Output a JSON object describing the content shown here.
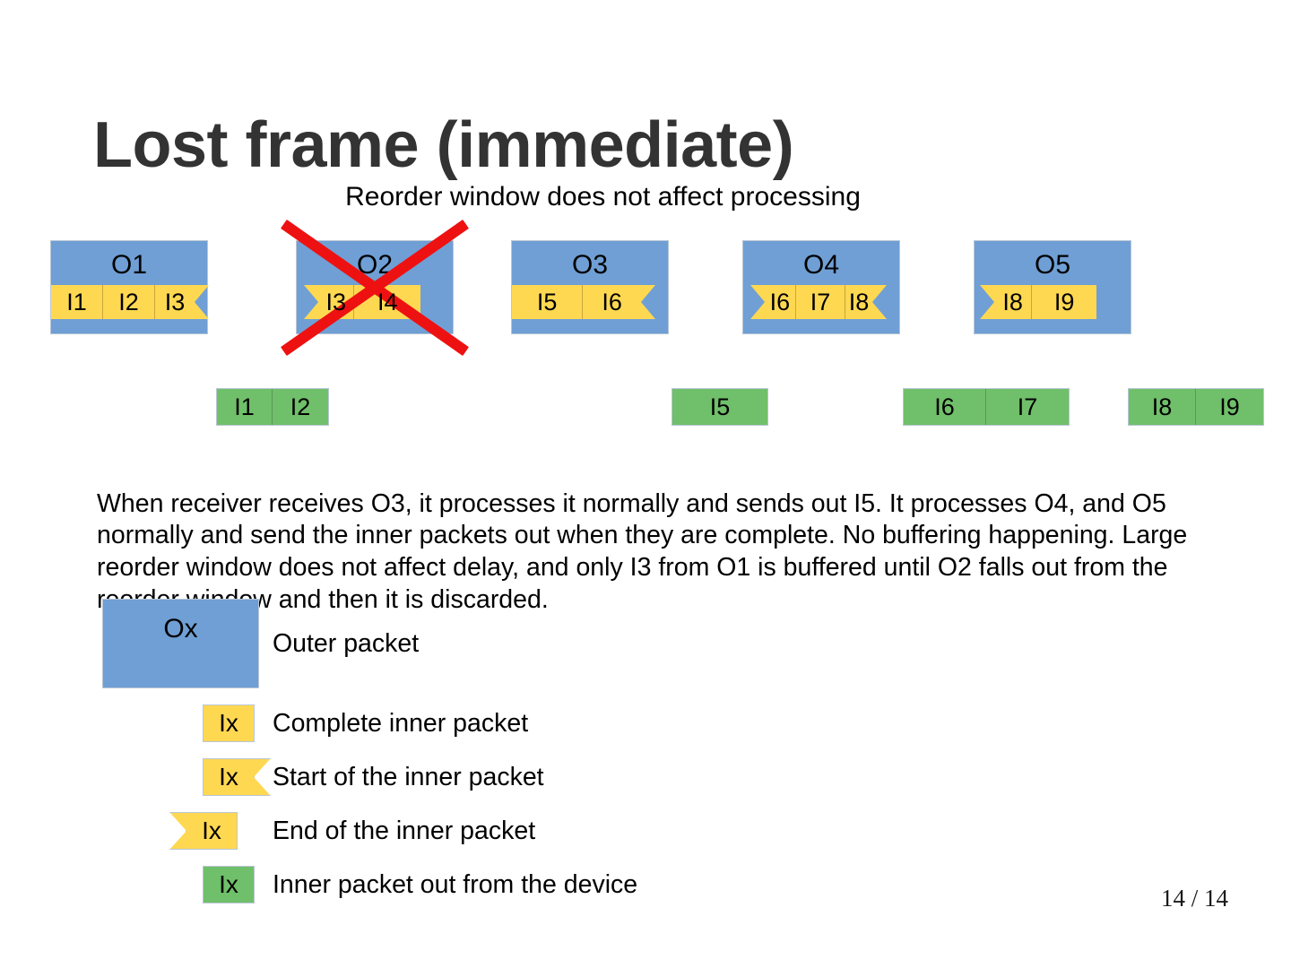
{
  "slide": {
    "title": "Lost frame (immediate)",
    "caption": "Reorder window does not affect processing",
    "page_number": "14 / 14",
    "body_text": "When receiver receives O3, it processes it normally and sends out I5. It processes O4, and O5 normally and send the inner packets out when they are complete. No buffering happening. Large reorder window does not affect delay, and only I3 from O1 is buffered until O2 falls out from the reorder window and then it is discarded."
  },
  "colors": {
    "outer_packet": "#6f9fd4",
    "inner_packet": "#ffd852",
    "output_packet": "#70bf6a",
    "lost_marker": "#ee1111",
    "title": "#333333",
    "background": "#ffffff"
  },
  "outer_packets": [
    {
      "label": "O1",
      "lost": false,
      "inner": [
        {
          "label": "I1",
          "kind": "complete"
        },
        {
          "label": "I2",
          "kind": "complete"
        },
        {
          "label": "I3",
          "kind": "start"
        }
      ]
    },
    {
      "label": "O2",
      "lost": true,
      "inner": [
        {
          "label": "I3",
          "kind": "end"
        },
        {
          "label": "I4",
          "kind": "complete"
        }
      ]
    },
    {
      "label": "O3",
      "lost": false,
      "inner": [
        {
          "label": "I5",
          "kind": "complete"
        },
        {
          "label": "I6",
          "kind": "start"
        }
      ]
    },
    {
      "label": "O4",
      "lost": false,
      "inner": [
        {
          "label": "I6",
          "kind": "end"
        },
        {
          "label": "I7",
          "kind": "complete"
        },
        {
          "label": "I8",
          "kind": "start"
        }
      ]
    },
    {
      "label": "O5",
      "lost": false,
      "inner": [
        {
          "label": "I8",
          "kind": "end"
        },
        {
          "label": "I9",
          "kind": "complete"
        }
      ]
    }
  ],
  "output_groups": [
    {
      "cells": [
        "I1",
        "I2"
      ]
    },
    {
      "cells": [
        "I5"
      ]
    },
    {
      "cells": [
        "I6",
        "I7"
      ]
    },
    {
      "cells": [
        "I8",
        "I9"
      ]
    }
  ],
  "legend": [
    {
      "swatch": "outer",
      "symbol": "Ox",
      "text": "Outer packet"
    },
    {
      "swatch": "inner-complete",
      "symbol": "Ix",
      "text": "Complete inner packet"
    },
    {
      "swatch": "inner-start",
      "symbol": "Ix",
      "text": "Start of the inner packet"
    },
    {
      "swatch": "inner-end",
      "symbol": "Ix",
      "text": "End of the inner packet"
    },
    {
      "swatch": "output",
      "symbol": "Ix",
      "text": "Inner packet out from the device"
    }
  ]
}
